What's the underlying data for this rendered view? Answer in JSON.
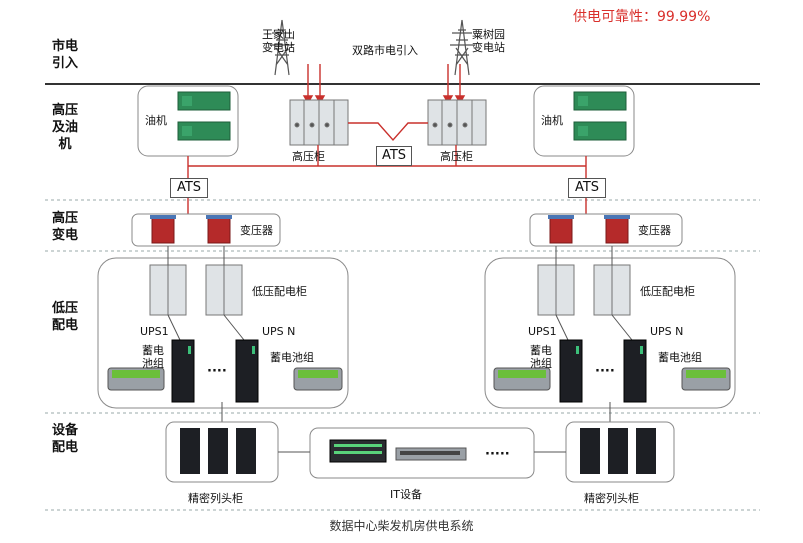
{
  "reliability": "供电可靠性：99.99%",
  "rows": [
    {
      "id": "grid",
      "label": "市电\n引入"
    },
    {
      "id": "hv",
      "label": "高压\n及油\n机"
    },
    {
      "id": "hvt",
      "label": "高压\n变电"
    },
    {
      "id": "lv",
      "label": "低压\n配电"
    },
    {
      "id": "eq",
      "label": "设备\n配电"
    }
  ],
  "substations": {
    "left": "王家山\n变电站",
    "right": "粟树园\n变电站",
    "dual_label": "双路市电引入"
  },
  "hv_section": {
    "generator": "油机",
    "hv_cabinet": "高压柜",
    "ats": "ATS"
  },
  "transformer": "变压器",
  "lv_section": {
    "lv_cabinet": "低压配电柜",
    "ups1": "UPS1",
    "upsn": "UPS N",
    "battery": "蓄电池组",
    "battery_split": "蓄电\n池组",
    "dots": "····"
  },
  "equipment": {
    "rack": "精密列头柜",
    "it": "IT设备",
    "dots": "·····"
  },
  "caption": "数据中心柴发机房供电系统",
  "colors": {
    "line": "#c9302c",
    "box_border": "#8a8a8a",
    "generator": "#2e8b57",
    "transformer": "#b52a2a",
    "cabinet": "#dfe3e6",
    "ups": "#1d1f24",
    "battery": "#6bbf3a"
  }
}
